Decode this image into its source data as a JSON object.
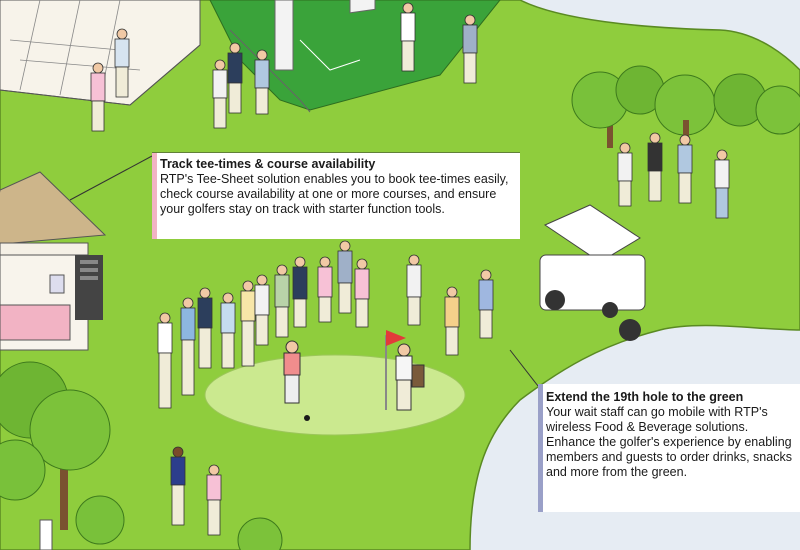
{
  "colors": {
    "grass": "#8dcc3c",
    "green_fairway": "#c9e88c",
    "sky": "#dfe7f0",
    "tree_dark": "#4f9a24",
    "tree_light": "#7cc23a",
    "building": "#f7f3ea",
    "pink_bar": "#f2b3c4",
    "purple_bar": "#9aa0c8"
  },
  "callouts": {
    "tee_times": {
      "title": "Track tee-times & course availability",
      "body": "RTP's Tee-Sheet solution enables you to book tee-times easily, check course availability at one or more courses, and ensure your golfers stay on track with starter function tools."
    },
    "food_beverage": {
      "title": "Extend the 19th hole to the green",
      "body": "Your wait staff can go mobile with RTP's wireless Food & Beverage solutions.   Enhance the golfer's experience by enabling members and guests to order drinks, snacks and more from the green."
    }
  },
  "icons": [
    "tree-icon",
    "golf-cart-icon",
    "flag-icon",
    "golfer-icon",
    "pavilion-icon",
    "driving-range-icon"
  ]
}
